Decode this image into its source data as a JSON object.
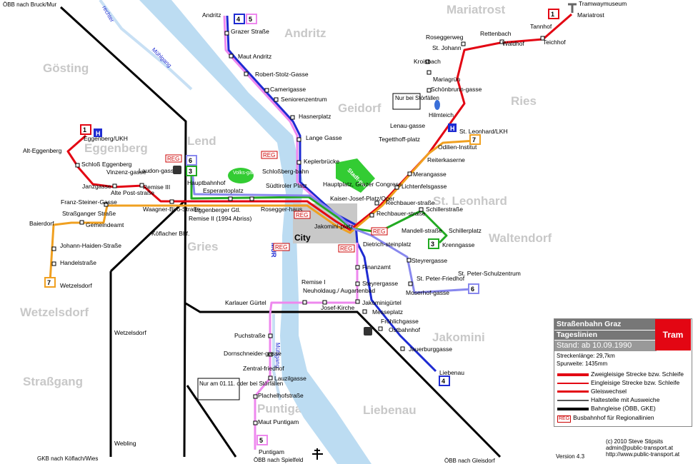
{
  "districts": [
    "Mariatrost",
    "Andritz",
    "Gösting",
    "Ries",
    "Geidorf",
    "Lend",
    "Eggenberg",
    "St. Leonhard",
    "Waltendorf",
    "Gries",
    "Wetzelsdorf",
    "Jakomini",
    "Straßgang",
    "Puntigam",
    "Liebenau"
  ],
  "rail_labels": [
    "ÖBB nach Bruck/Mur",
    "GKB nach Köflach/Wies",
    "ÖBB nach Spielfeld",
    "ÖBB nach Gleisdorf"
  ],
  "water_labels": {
    "river": "MUR",
    "canal_north": "Mühlgang",
    "canal_north2": "rechter",
    "canal_south": "Mühlgang"
  },
  "stops": {
    "andritz": "Andritz",
    "grazer_strasse": "Grazer Straße",
    "maut_andritz": "Maut Andritz",
    "robert_stolz": "Robert-Stolz-Gasse",
    "camerigasse": "Camerigasse",
    "seniorenzentrum": "Seniorenzentrum",
    "hasnerplatz": "Hasnerplatz",
    "lange_gasse": "Lange Gasse",
    "keplerbruecke": "Keplerbrücke",
    "schlossberg": "Schloßberg-bahn",
    "hauptplatz": "Hauptplatz, Grazer Congress",
    "kaiser_josef": "Kaiser-Josef-Platz/Oper",
    "jakominiplatz": "Jakomini-platz",
    "tramwaymuseum": "Tramwaymuseum",
    "mariatrost": "Mariatrost",
    "tannhof": "Tannhof",
    "teichhof": "Teichhof",
    "waldhof": "Waldhof",
    "rettenbach": "Rettenbach",
    "roseggerweg": "Roseggerweg",
    "st_johann": "St. Johann",
    "kroisbach": "Kroisbach",
    "mariagruen": "Mariagrün",
    "schoenbrunngasse": "Schönbrunn-gasse",
    "hilmteich": "Hilmteich",
    "lenaugasse": "Lenau-gasse",
    "tegetthoff": "Tegetthoff-platz",
    "odilien": "Odilien-Institut",
    "st_leonhard_lkh": "St. Leonhard/LKH",
    "reiterkaserne": "Reiterkaserne",
    "merangasse": "Merangasse",
    "lichtenfelsgasse": "Lichtenfelsgasse",
    "rechbauer1": "Rechbauer-straße",
    "rechbauer2": "Rechbauer-straße",
    "schillerstrasse": "Schillerstraße",
    "mandellstrasse": "Mandell-straße",
    "schillerplatz": "Schillerplatz",
    "krenngasse": "Krenngasse",
    "dietrichstein": "Dietrich-steinplatz",
    "steyrergasse1": "Steyrergasse",
    "st_peter_friedhof": "St. Peter-Friedhof",
    "st_peter_schulzentrum": "St. Peter-Schulzentrum",
    "moserhofgasse": "Moserhof-gasse",
    "finanzamt": "Finanzamt",
    "steyrergasse2": "Steyrergasse",
    "jakominiguertel": "Jakominigürtel",
    "messeplatz": "Messeplatz",
    "froehlichgasse": "Fröhlichgasse",
    "ostbahnhof": "Ostbahnhof",
    "jauerburggasse": "Jauerburggasse",
    "liebenau": "Liebenau",
    "eggenberg_ukh": "Eggenberg/UKH",
    "alt_eggenberg": "Alt-Eggenberg",
    "schloss_eggenberg": "Schloß Eggenberg",
    "vinzenzgasse": "Vinzenz-gasse",
    "laudongasse": "Laudon-gasse",
    "janzgasse": "Janzgasse",
    "remise3": "Remise III",
    "alte_post": "Alte Post-straße",
    "franz_steiner": "Franz-Steiner-Gasse",
    "strassganger": "Straßganger Straße",
    "baierdorf": "Baierdorf",
    "gemeindeamt": "Gemeindeamt",
    "johann_haiden": "Johann-Haiden-Straße",
    "handelstrasse": "Handelstraße",
    "wetzelsdorf": "Wetzelsdorf",
    "waagner_biro": "Waagner-Biro-Straße",
    "hauptbahnhof": "Hauptbahnhof",
    "esperantoplatz": "Esperantoplatz",
    "suedtiroler": "Südtiroler Platz",
    "eggenberger_gtl": "Eggenberger Gtl.",
    "roseggerhaus": "Rosegger-haus",
    "remise2": "Remise II (1994 Abriss)",
    "koeflacher": "Köflacher Bhf.",
    "remise1": "Remise I",
    "neuholdaug": "Neuholdaug./ Augartenbad",
    "karlauer": "Karlauer Gürtel",
    "josef_kirche": "Josef-Kirche",
    "puchstrasse": "Puchstraße",
    "dornschneider": "Dornschneider-gasse",
    "zentralfriedhof": "Zentral-friedhof",
    "lauzilgasse": "Lauzilgasse",
    "plachelhof": "Plachelhofstraße",
    "maut_puntigam": "Maut Puntigam",
    "puntigam": "Puntigam",
    "wetzelsdorf_gkb": "Wetzelsdorf",
    "webling": "Webling",
    "volksgarten": "Volks-garten",
    "stadtpark": "Stadt-park",
    "city": "City"
  },
  "notes": {
    "stoerfaelle_north": "Nur bei Störfällen",
    "stoerfaelle_south": "Nur am 01.11. oder bei Störfällen"
  },
  "line_badges": [
    "1",
    "4",
    "5",
    "7",
    "6",
    "3",
    "1",
    "7",
    "6",
    "3",
    "4",
    "5"
  ],
  "reg_label": "REG",
  "h_label": "H",
  "line_colors": {
    "1": "#e30613",
    "3": "#22aa22",
    "4": "#1e2bd2",
    "5": "#ee88ee",
    "6": "#8888ee",
    "7": "#f0a020"
  },
  "legend": {
    "title": "Straßenbahn Graz",
    "subtitle": "Tageslinien",
    "date": "Stand: ab 10.09.1990",
    "length": "Streckenlänge: 29,7km",
    "gauge": "Spurweite: 1435mm",
    "badge": "Tram",
    "items": [
      "Zweigleisige Strecke bzw. Schleife",
      "Eingleisige Strecke bzw. Schleife",
      "Gleiswechsel",
      "Haltestelle mit Ausweiche",
      "Bahngleise (ÖBB, GKE)",
      "Busbahnhof für Regionallinien"
    ]
  },
  "credits": [
    "(c) 2010 Steve Stipsits",
    "admin@public-transport.at",
    "http://www.public-transport.at"
  ],
  "version": "Version 4.3"
}
